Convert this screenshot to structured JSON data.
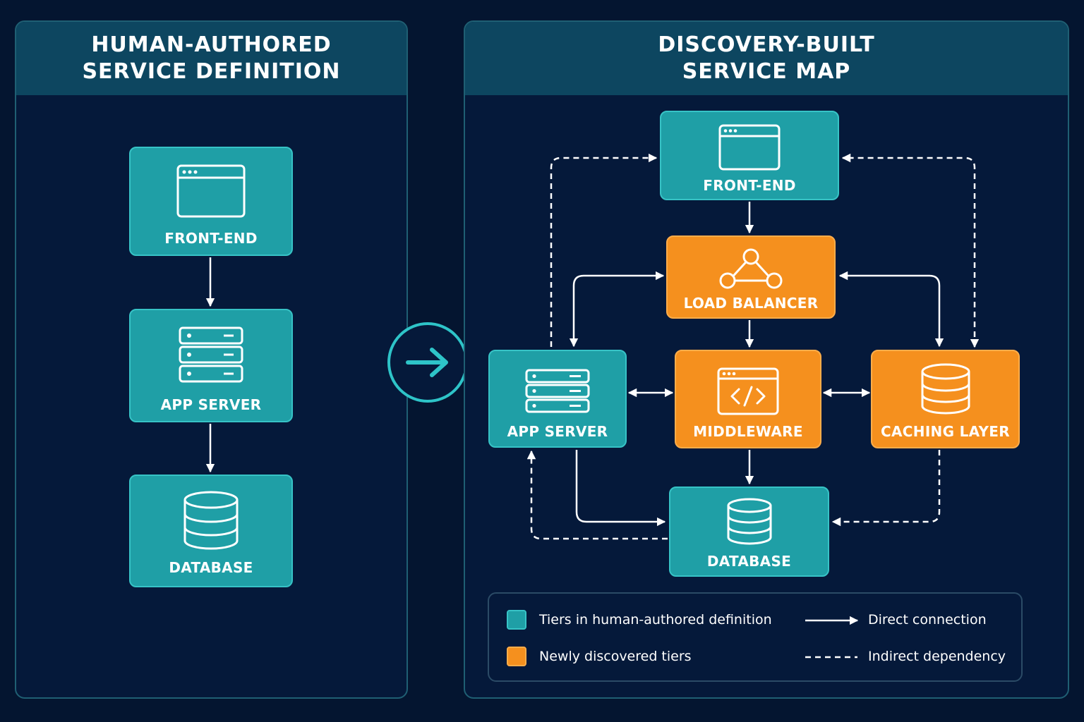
{
  "left_panel": {
    "title": "HUMAN-AUTHORED\nSERVICE DEFINITION",
    "nodes": {
      "frontend": "FRONT-END",
      "app_server": "APP SERVER",
      "database": "DATABASE"
    }
  },
  "right_panel": {
    "title": "DISCOVERY-BUILT\nSERVICE MAP",
    "nodes": {
      "frontend": "FRONT-END",
      "load_balancer": "LOAD BALANCER",
      "app_server": "APP SERVER",
      "middleware": "MIDDLEWARE",
      "caching_layer": "CACHING LAYER",
      "database": "DATABASE"
    }
  },
  "legend": {
    "existing_tiers": "Tiers in human-authored definition",
    "new_tiers": "Newly discovered tiers",
    "direct": "Direct connection",
    "indirect": "Indirect dependency"
  },
  "colors": {
    "teal": "#1f9fa6",
    "orange": "#f5901e",
    "background": "#041530",
    "header": "#0d4660",
    "transition_circle": "#2ec4c8"
  },
  "icons": {
    "transition": "arrow-right-icon",
    "frontend": "browser-window-icon",
    "app_server": "server-rack-icon",
    "database": "database-icon",
    "load_balancer": "network-triangle-icon",
    "middleware": "code-window-icon"
  }
}
